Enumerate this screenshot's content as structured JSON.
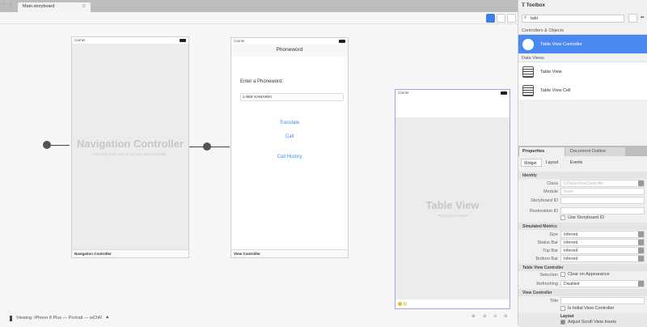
{
  "tabs": {
    "back": "‹",
    "forward": "›",
    "active_tab": "Main.storyboard",
    "tab_close": "⚙"
  },
  "canvas": {
    "nav": {
      "carrier": "Carrier",
      "title": "Navigation Controller",
      "hint": "Ctrl+drag from here to set root view controller.",
      "label": "Navigation Controller"
    },
    "vc": {
      "carrier": "Carrier",
      "nav_title": "Phoneword",
      "prompt": "Enter a Phoneword:",
      "field_value": "1-855-XAMARIN",
      "translate": "Translate",
      "call": "Call",
      "history": "Call History",
      "label": "View Controller"
    },
    "tv": {
      "carrier": "Carrier",
      "title": "Table View",
      "subtitle": "Prototype Content"
    }
  },
  "bottom": {
    "viewing": "Viewing: iPhone 8 Plus — Portrait — wChR",
    "zoom_icons": [
      "zoom-in-icon",
      "zoom-out-icon",
      "zoom-fit-icon",
      "zoom-reset-icon"
    ]
  },
  "toolbox": {
    "title": "Toolbox",
    "search": "tabl",
    "sections": [
      {
        "name": "Controllers & Objects",
        "items": [
          "Table View Controller"
        ]
      },
      {
        "name": "Data Views",
        "items": [
          "Table View",
          "Table View Cell"
        ]
      }
    ]
  },
  "properties": {
    "tab_properties": "Properties",
    "tab_outline": "Document Outline",
    "subtabs": [
      "Widget",
      "Layout",
      "Events"
    ],
    "identity": {
      "header": "Identity",
      "class_label": "Class",
      "class_value": "UITableViewController",
      "module_label": "Module",
      "module_value": "None",
      "sbid_label": "Storyboard ID",
      "restid_label": "Restoration ID",
      "use_sbid": "Use Storyboard ID"
    },
    "metrics": {
      "header": "Simulated Metrics",
      "rows": [
        {
          "label": "Size",
          "value": "Inferred"
        },
        {
          "label": "Status Bar",
          "value": "Inferred"
        },
        {
          "label": "Top Bar",
          "value": "Inferred"
        },
        {
          "label": "Bottom Bar",
          "value": "Inferred"
        }
      ]
    },
    "tvc": {
      "header": "Table View Controller",
      "selection_label": "Selection",
      "clear": "Clear on Appearance",
      "refresh_label": "Refreshing",
      "refresh_value": "Disabled"
    },
    "vc": {
      "header": "View Controller",
      "title_label": "Title",
      "initial": "Is Initial View Controller",
      "layout": "Layout",
      "adjust": "Adjust Scroll View Insets"
    }
  },
  "colors": {
    "accent": "#4a8af0",
    "link": "#3d8cf0"
  }
}
